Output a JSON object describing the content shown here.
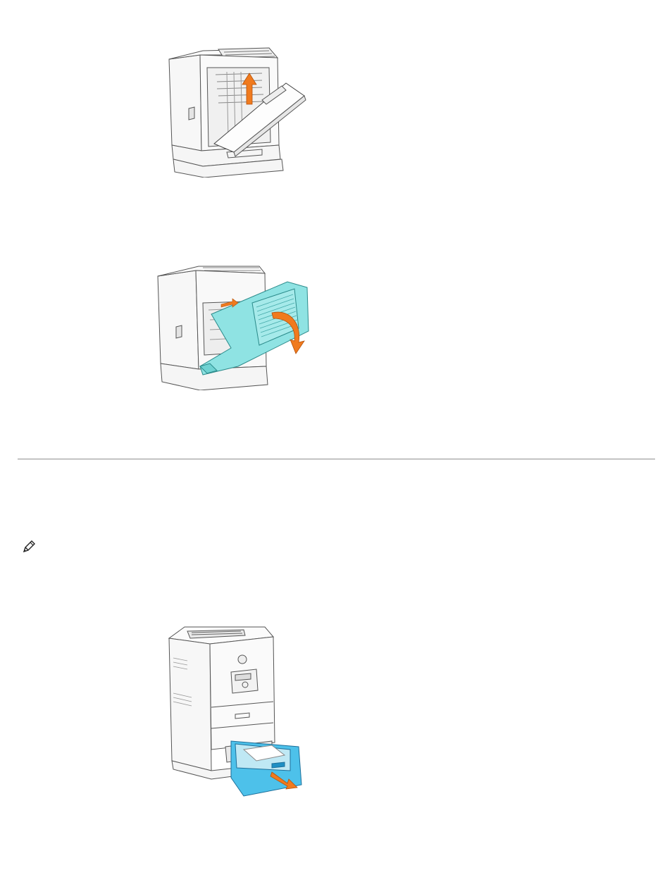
{
  "figures": [
    {
      "id": "duplexer-cover-open",
      "icon": "printer-rear-duplex-lift-icon",
      "arrow_color": "#f07a1e"
    },
    {
      "id": "rear-cover-close",
      "icon": "printer-rear-cover-close-icon",
      "arrow_color": "#f07a1e",
      "highlight_color": "#7fe0e0"
    },
    {
      "id": "tray-pull-out",
      "icon": "printer-tray-pull-icon",
      "arrow_color": "#f07a1e",
      "highlight_color": "#3cb6e6"
    }
  ],
  "note": {
    "icon": "note-pencil-icon"
  }
}
